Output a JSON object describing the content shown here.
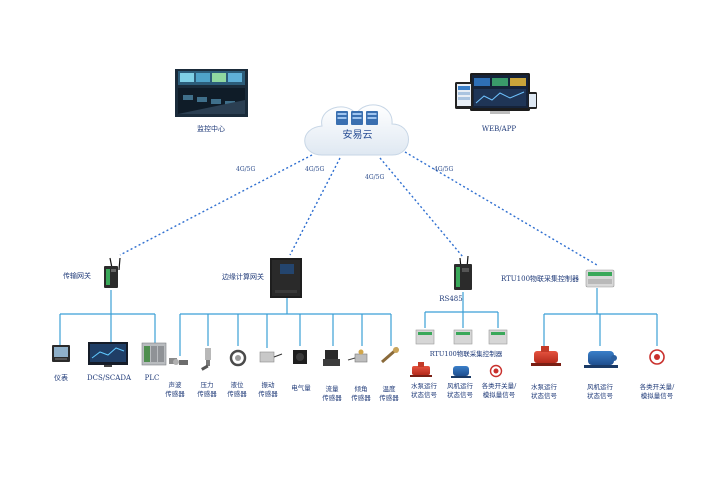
{
  "cloud": {
    "label": "安易云"
  },
  "top": {
    "monitor_center": "监控中心",
    "web_app": "WEB/APP"
  },
  "network_labels": [
    "4G/5G",
    "4G/5G",
    "4G/5G",
    "4G/5G"
  ],
  "gateways": {
    "transmission": "传输网关",
    "edge": "边缘计算网关",
    "rs485": "RS485",
    "rtu_controller": "RTU100物联采集控制器"
  },
  "devices_left": [
    {
      "line1": "仪表",
      "line2": ""
    },
    {
      "line1": "DCS/SCADA",
      "line2": ""
    },
    {
      "line1": "PLC",
      "line2": ""
    }
  ],
  "sensors": [
    {
      "line1": "声波",
      "line2": "传感器"
    },
    {
      "line1": "压力",
      "line2": "传感器"
    },
    {
      "line1": "液位",
      "line2": "传感器"
    },
    {
      "line1": "振动",
      "line2": "传感器"
    },
    {
      "line1": "电气量",
      "line2": ""
    },
    {
      "line1": "流量",
      "line2": "传感器"
    },
    {
      "line1": "倾角",
      "line2": "传感器"
    },
    {
      "line1": "温度",
      "line2": "传感器"
    }
  ],
  "rtu_group_label": "RTU100物联采集控制器",
  "rtu_signals": [
    {
      "line1": "水泵运行",
      "line2": "状态信号"
    },
    {
      "line1": "风机运行",
      "line2": "状态信号"
    },
    {
      "line1": "各类开关量/",
      "line2": "模拟量信号"
    }
  ],
  "controller_signals": [
    {
      "line1": "水泵运行",
      "line2": "状态信号"
    },
    {
      "line1": "风机运行",
      "line2": "状态信号"
    },
    {
      "line1": "各类开关量/",
      "line2": "模拟量信号"
    }
  ]
}
